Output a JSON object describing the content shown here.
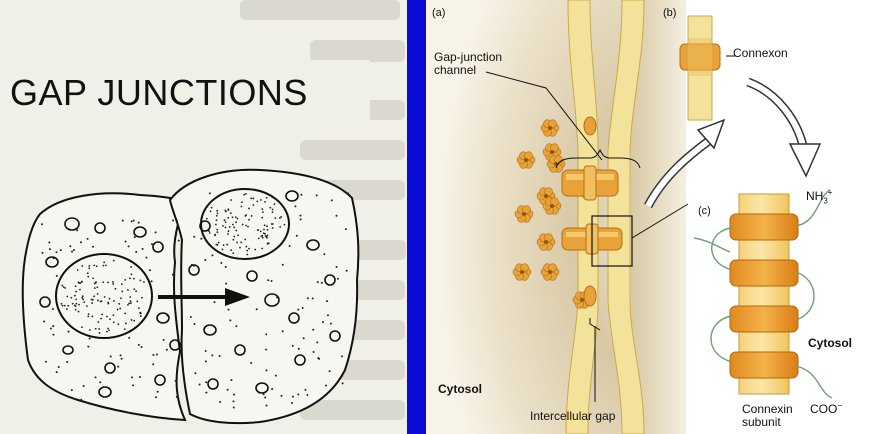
{
  "left": {
    "title": "GAP JUNCTIONS"
  },
  "right": {
    "panel_a_label": "(a)",
    "panel_b_label": "(b)",
    "panel_c_label": "(c)",
    "gap_junction_channel": [
      "Gap-junction",
      "channel"
    ],
    "connexon": "Connexon",
    "nh3": "NH",
    "nh3_sub": "3",
    "nh3_sup": "+",
    "cytosol_left": "Cytosol",
    "cytosol_right": "Cytosol",
    "intercellular_gap": "Intercellular gap",
    "connexin_subunit": [
      "Connexin",
      "subunit"
    ],
    "coo": "COO",
    "coo_sup": "−"
  },
  "colors": {
    "slide_background": "#0b0bd6",
    "membrane": "#f3e39a",
    "connexon_orange": "#e7a23a",
    "cytosol_shade": "#cdbb93"
  }
}
